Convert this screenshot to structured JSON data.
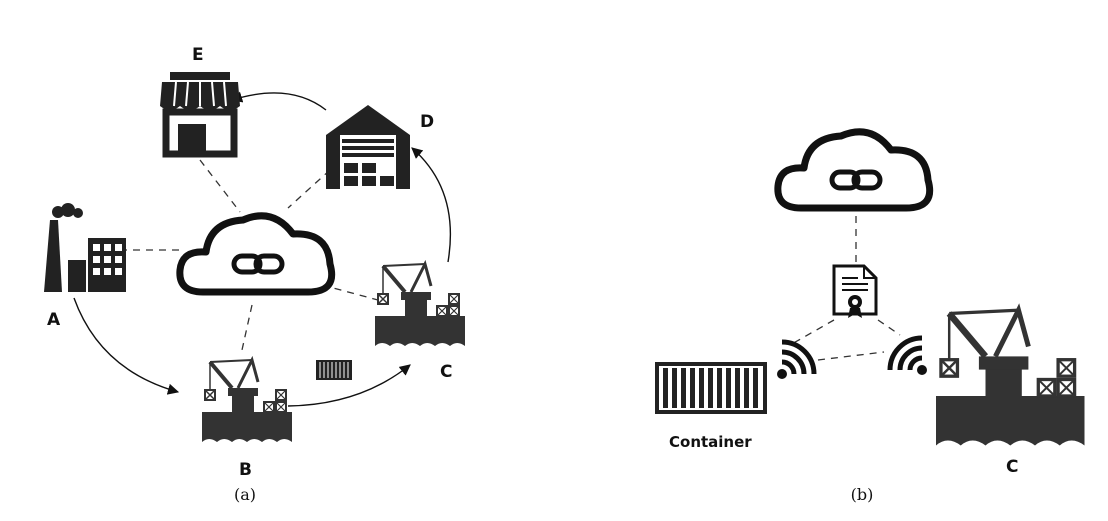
{
  "panel_a": {
    "caption": "(a)",
    "nodes": {
      "A": "A",
      "B": "B",
      "C": "C",
      "D": "D",
      "E": "E"
    }
  },
  "panel_b": {
    "caption": "(b)",
    "container_label": "Container",
    "node_c": "C"
  },
  "icons": [
    "factory-icon",
    "port-crane-icon",
    "warehouse-icon",
    "store-icon",
    "blockchain-cloud-icon",
    "container-icon",
    "certificate-icon",
    "wireless-signal-icon"
  ]
}
